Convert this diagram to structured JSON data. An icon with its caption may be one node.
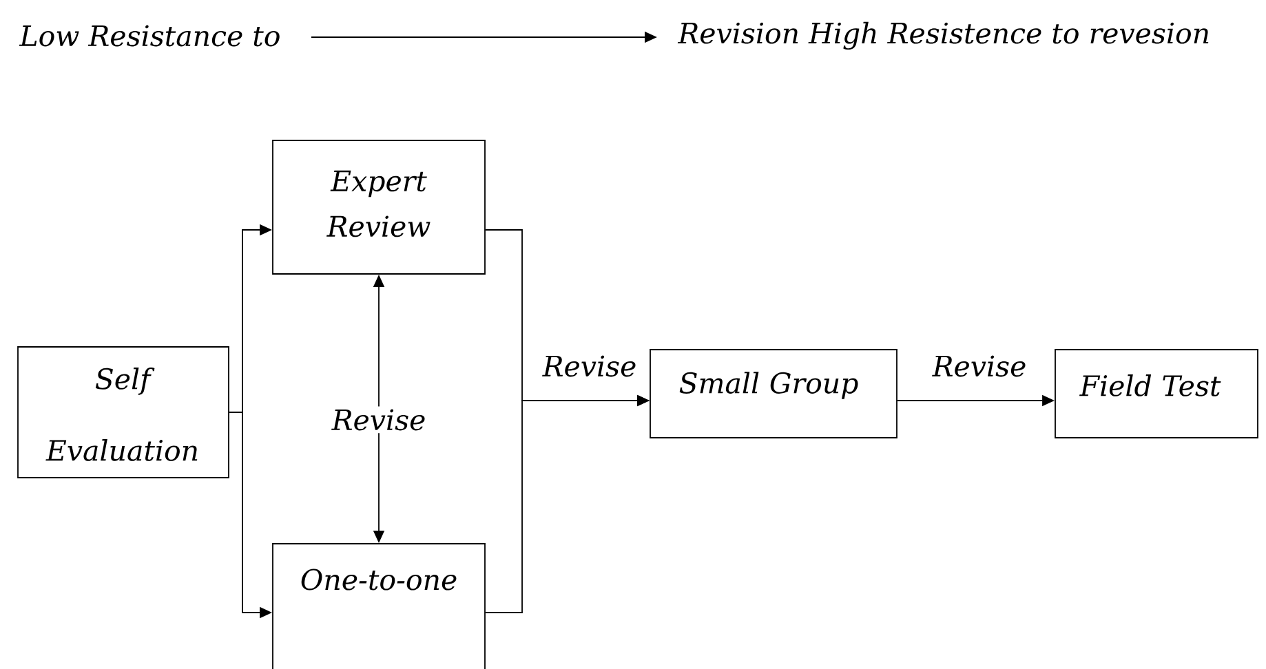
{
  "diagram": {
    "nodes": [
      {
        "text": [
          "Low Resistance to"
        ]
      },
      {
        "text": [
          "Revision High Resistence to revesion"
        ]
      },
      {
        "text": [
          "Self Evaluation"
        ]
      },
      {
        "text": [
          "Expert Review"
        ]
      },
      {
        "text": [
          "One-to-one"
        ]
      },
      {
        "text": [
          "Small Group"
        ]
      },
      {
        "text": [
          "Field Test"
        ]
      }
    ],
    "edges": [
      {
        "from": 0,
        "to": 1,
        "arrow": "to"
      },
      {
        "from": 2,
        "to": 3,
        "arrow": "to"
      },
      {
        "from": 2,
        "to": 4,
        "arrow": "to"
      },
      {
        "from": 3,
        "to": 4,
        "arrow": "both",
        "label": "Revise"
      },
      {
        "from": 3,
        "to": 5,
        "arrow": "to",
        "label": "Revise"
      },
      {
        "from": 4,
        "to": 5,
        "arrow": "to"
      },
      {
        "from": 5,
        "to": 6,
        "arrow": "to",
        "label": "Revise"
      }
    ]
  }
}
